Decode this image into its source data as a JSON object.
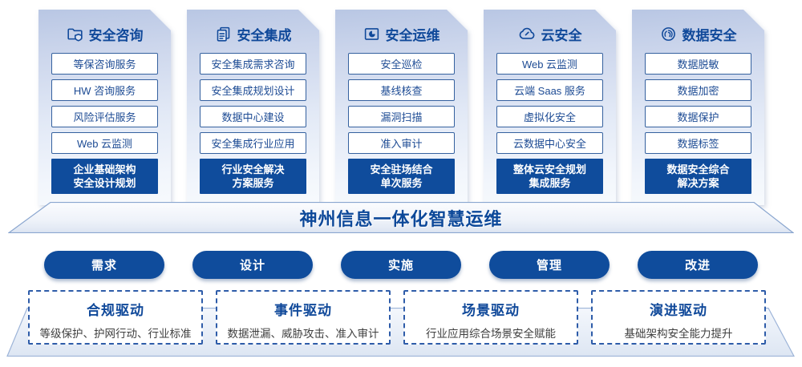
{
  "colors": {
    "primary_blue": "#0f4c9c",
    "item_border_blue": "#35619f",
    "title_blue": "#10499a",
    "edge_blue": "#8aa6cf"
  },
  "columns": [
    {
      "icon": "folder-shield-icon",
      "title": "安全咨询",
      "items": [
        "等保咨询服务",
        "HW 咨询服务",
        "风险评估服务",
        "Web 云监测"
      ],
      "footer_lines": [
        "企业基础架构",
        "安全设计规划"
      ]
    },
    {
      "icon": "document-copy-icon",
      "title": "安全集成",
      "items": [
        "安全集成需求咨询",
        "安全集成规划设计",
        "数据中心建设",
        "安全集成行业应用"
      ],
      "footer_lines": [
        "行业安全解决",
        "方案服务"
      ]
    },
    {
      "icon": "folder-pie-icon",
      "title": "安全运维",
      "items": [
        "安全巡检",
        "基线核查",
        "漏洞扫描",
        "准入审计"
      ],
      "footer_lines": [
        "安全驻场结合",
        "单次服务"
      ]
    },
    {
      "icon": "cloud-icon",
      "title": "云安全",
      "items": [
        "Web 云监测",
        "云端 Saas 服务",
        "虚拟化安全",
        "云数据中心安全"
      ],
      "footer_lines": [
        "整体云安全规划",
        "集成服务"
      ]
    },
    {
      "icon": "fingerprint-icon",
      "title": "数据安全",
      "items": [
        "数据脱敏",
        "数据加密",
        "数据保护",
        "数据标签"
      ],
      "footer_lines": [
        "数据安全综合",
        "解决方案"
      ]
    }
  ],
  "banner": {
    "title": "神州信息一体化智慧运维"
  },
  "phases": [
    "需求",
    "设计",
    "实施",
    "管理",
    "改进"
  ],
  "drivers": [
    {
      "title": "合规驱动",
      "desc": "等级保护、护网行动、行业标准"
    },
    {
      "title": "事件驱动",
      "desc": "数据泄漏、威胁攻击、准入审计"
    },
    {
      "title": "场景驱动",
      "desc": "行业应用综合场景安全赋能"
    },
    {
      "title": "演进驱动",
      "desc": "基础架构安全能力提升"
    }
  ]
}
